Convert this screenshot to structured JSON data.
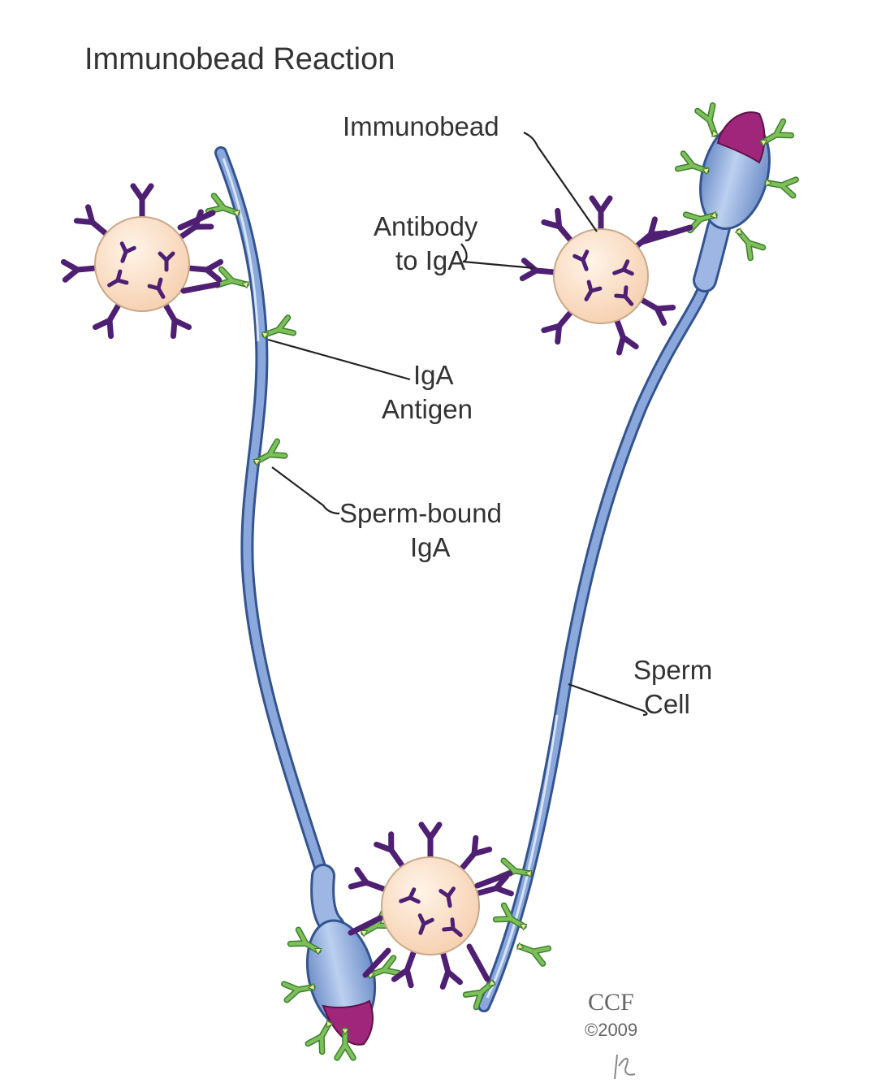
{
  "title": "Immunobead Reaction",
  "labels": {
    "immunobead": "Immunobead",
    "antibody_line1": "Antibody",
    "antibody_line2": "to IgA",
    "iga_line1": "IgA",
    "iga_line2": "Antigen",
    "sperm_bound_line1": "Sperm-bound",
    "sperm_bound_line2": "IgA",
    "sperm_cell_line1": "Sperm",
    "sperm_cell_line2": "Cell"
  },
  "credit": {
    "org": "CCF",
    "year": "©2009",
    "initials": "kL"
  },
  "colors": {
    "bead_fill": "#fbe3cc",
    "bead_stroke": "#c9a98c",
    "sperm_body": "#7f9fd6",
    "sperm_outline": "#34548f",
    "acrosome": "#a0267c",
    "antibody_purple": "#4e1f73",
    "iga_green": "#7dc05a",
    "iga_green_dark": "#3e7f2e"
  },
  "icons": [
    "immunobead-icon",
    "antibody-icon",
    "iga-icon",
    "sperm-cell-icon"
  ]
}
